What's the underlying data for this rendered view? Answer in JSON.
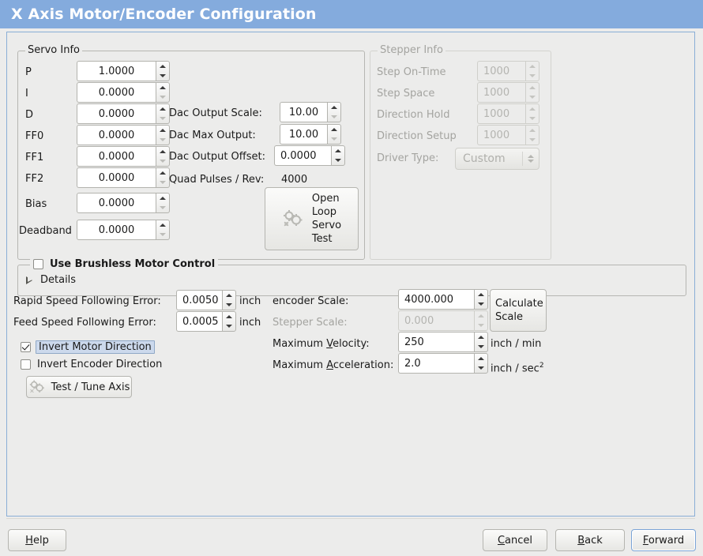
{
  "window": {
    "title": "X Axis Motor/Encoder Configuration",
    "titlebar_color": "#84abdd",
    "background_color": "#ececeb",
    "panel_border_color": "#8aaed6"
  },
  "servo_info": {
    "legend": "Servo Info",
    "rows": [
      {
        "label": "P",
        "value": "1.0000",
        "enabled": true,
        "down_enabled": true
      },
      {
        "label": "I",
        "value": "0.0000",
        "enabled": true,
        "down_enabled": false
      },
      {
        "label": "D",
        "value": "0.0000",
        "enabled": true,
        "down_enabled": false
      },
      {
        "label": "FF0",
        "value": "0.0000",
        "enabled": true,
        "down_enabled": false
      },
      {
        "label": "FF1",
        "value": "0.0000",
        "enabled": true,
        "down_enabled": false
      },
      {
        "label": "FF2",
        "value": "0.0000",
        "enabled": true,
        "down_enabled": false
      },
      {
        "label": "Bias",
        "value": "0.0000",
        "enabled": true,
        "down_enabled": false
      },
      {
        "label": "Deadband",
        "value": "0.0000",
        "enabled": true,
        "down_enabled": false
      }
    ],
    "dac": [
      {
        "label": "Dac Output Scale:",
        "value": "10.00"
      },
      {
        "label": "Dac Max Output:",
        "value": "10.00"
      },
      {
        "label": "Dac Output Offset:",
        "value": "0.0000"
      }
    ],
    "quad_pulses_label": "Quad Pulses / Rev:",
    "quad_pulses_value": "4000",
    "open_loop_button": {
      "lines": [
        "Open",
        "Loop",
        "Servo",
        "Test"
      ],
      "icon": "gears-icon"
    }
  },
  "stepper_info": {
    "legend": "Stepper Info",
    "enabled": false,
    "rows": [
      {
        "label": "Step On-Time",
        "value": "1000"
      },
      {
        "label": "Step Space",
        "value": "1000"
      },
      {
        "label": "Direction Hold",
        "value": "1000"
      },
      {
        "label": "Direction Setup",
        "value": "1000"
      }
    ],
    "driver_type_label": "Driver Type:",
    "driver_type_value": "Custom"
  },
  "brushless": {
    "checkbox_label": "Use Brushless Motor Control",
    "checked": false,
    "details_label": "Details",
    "details_expanded": false
  },
  "tuning": {
    "rapid_following_error": {
      "label": "Rapid Speed Following Error:",
      "value": "0.0050",
      "unit": "inch"
    },
    "feed_following_error": {
      "label": "Feed Speed Following Error:",
      "value": "0.0005",
      "unit": "inch"
    },
    "invert_motor": {
      "label": "Invert Motor Direction",
      "checked": true,
      "focused": true
    },
    "invert_encoder": {
      "label": "Invert Encoder Direction",
      "checked": false,
      "focused": false
    },
    "test_tune_button": {
      "label": "Test / Tune Axis",
      "icon": "gears-icon"
    }
  },
  "scaling": {
    "encoder_scale": {
      "label": "encoder Scale:",
      "value": "4000.000",
      "enabled": true,
      "unit": ""
    },
    "stepper_scale": {
      "label": "Stepper Scale:",
      "value": "0.000",
      "enabled": false,
      "unit": ""
    },
    "max_velocity": {
      "label_pre": "Maximum ",
      "label_key": "V",
      "label_post": "elocity:",
      "value": "250",
      "unit": "inch / min"
    },
    "max_accel": {
      "label_pre": "Maximum ",
      "label_key": "A",
      "label_post": "cceleration:",
      "value": "2.0",
      "unit": "inch / sec",
      "unit_sup": "2"
    },
    "calculate_button": {
      "line1": "Calculate",
      "line2": "Scale"
    }
  },
  "actions": {
    "help": {
      "pre": "",
      "key": "H",
      "post": "elp"
    },
    "cancel": {
      "pre": "",
      "key": "C",
      "post": "ancel"
    },
    "back": {
      "pre": "",
      "key": "B",
      "post": "ack"
    },
    "forward": {
      "pre": "",
      "key": "F",
      "post": "orward",
      "focused": true
    }
  }
}
